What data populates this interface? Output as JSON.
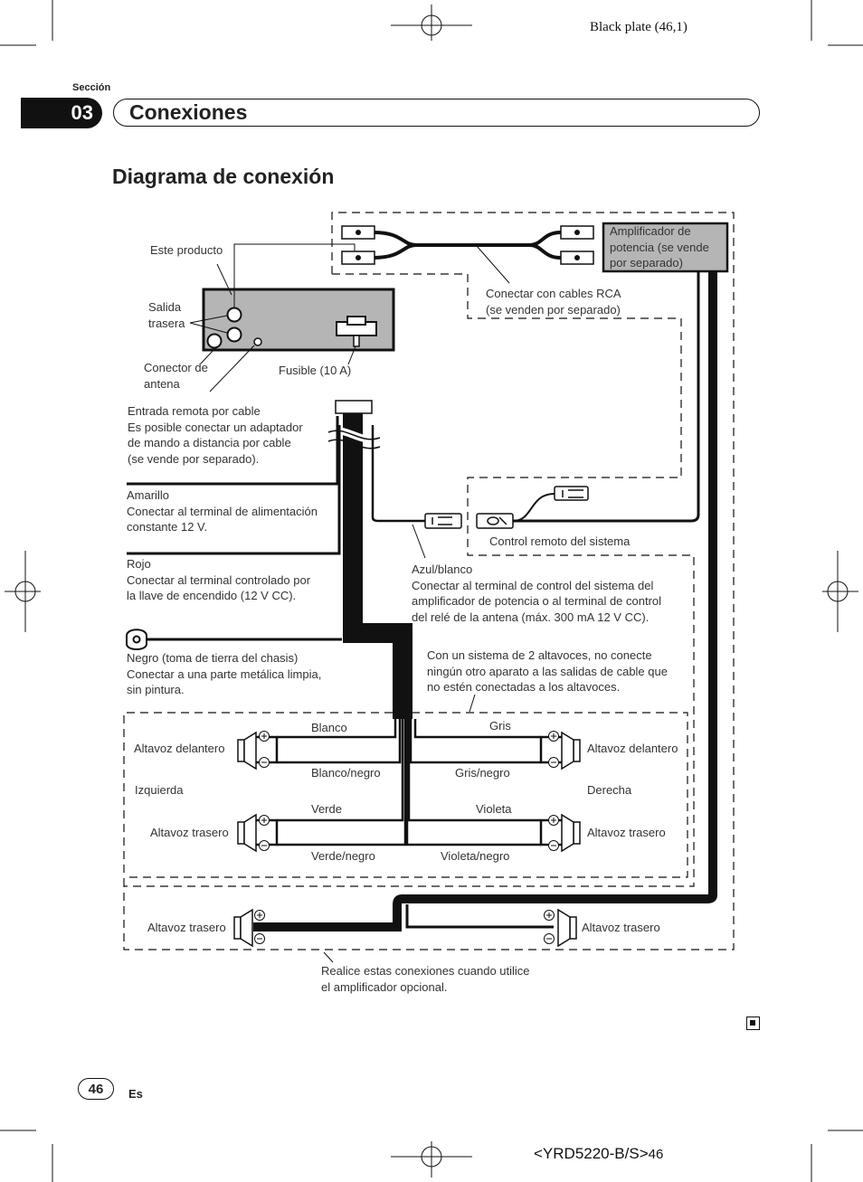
{
  "header": {
    "plate": "Black plate (46,1)",
    "seccion_label": "Sección",
    "section_number": "03",
    "section_title": "Conexiones"
  },
  "heading": "Diagrama de conexión",
  "labels": {
    "este_producto": "Este producto",
    "salida_trasera": "Salida\ntrasera",
    "conector_antena": "Conector de\nantena",
    "fusible": "Fusible (10 A)",
    "amplificador": "Amplificador de\npotencia (se vende\npor separado)",
    "conectar_rca": "Conectar con cables RCA\n(se venden por separado)",
    "entrada_remota": "Entrada remota por cable\nEs posible conectar un adaptador\nde mando a distancia por cable\n(se vende por separado).",
    "amarillo": "Amarillo\nConectar al terminal de alimentación\nconstante 12 V.",
    "rojo": "Rojo\nConectar al terminal controlado por\nla llave de encendido (12 V CC).",
    "control_remoto": "Control remoto del sistema",
    "azul_blanco": "Azul/blanco\nConectar al terminal de control del sistema del\namplificador de potencia o al terminal de control\ndel relé de la antena (máx. 300 mA 12 V CC).",
    "negro": "Negro (toma de tierra del chasis)\nConectar a una parte metálica limpia,\nsin pintura.",
    "dos_altavoces": "Con un sistema de 2 altavoces, no conecte\nningún otro aparato a las salidas de cable que\nno estén conectadas a los altavoces.",
    "blanco": "Blanco",
    "blanco_negro": "Blanco/negro",
    "verde": "Verde",
    "verde_negro": "Verde/negro",
    "gris": "Gris",
    "gris_negro": "Gris/negro",
    "violeta": "Violeta",
    "violeta_negro": "Violeta/negro",
    "altavoz_delantero_izq": "Altavoz delantero",
    "altavoz_delantero_der": "Altavoz delantero",
    "izquierda": "Izquierda",
    "derecha": "Derecha",
    "altavoz_trasero_izq": "Altavoz trasero",
    "altavoz_trasero_der": "Altavoz trasero",
    "altavoz_trasero_amp_izq": "Altavoz trasero",
    "altavoz_trasero_amp_der": "Altavoz trasero",
    "realice": "Realice estas conexiones cuando utilice\nel amplificador opcional."
  },
  "footer": {
    "page_number": "46",
    "language": "Es",
    "model": "<YRD5220-B/S>",
    "model_page": "46"
  }
}
